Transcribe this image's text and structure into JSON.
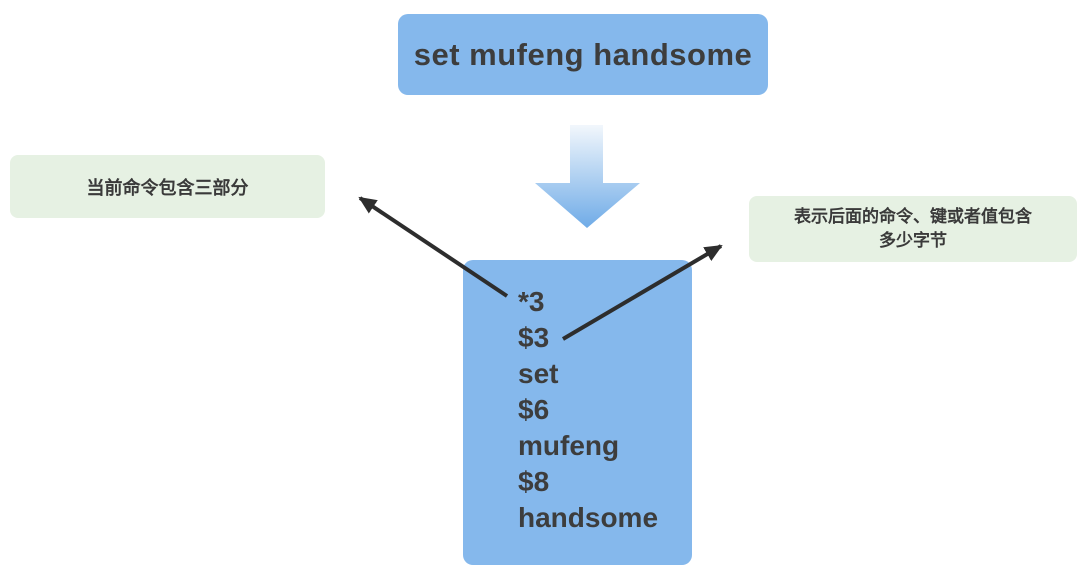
{
  "diagram": {
    "command_box": {
      "label": "set mufeng handsome"
    },
    "left_note": {
      "label": "当前命令包含三部分"
    },
    "right_note": {
      "line1": "表示后面的命令、键或者值包含",
      "line2": "多少字节"
    },
    "protocol_box": {
      "lines": [
        "*3",
        "$3",
        "set",
        "$6",
        "mufeng",
        "$8",
        "handsome"
      ]
    },
    "colors": {
      "box_blue": "#85b8ec",
      "note_green": "#e6f1e3",
      "text_dark": "#3d3d3d",
      "arrow_black": "#2d2d2d",
      "down_arrow_gradient_top": "#f2f7fc",
      "down_arrow_gradient_bottom": "#6fabe7"
    }
  }
}
